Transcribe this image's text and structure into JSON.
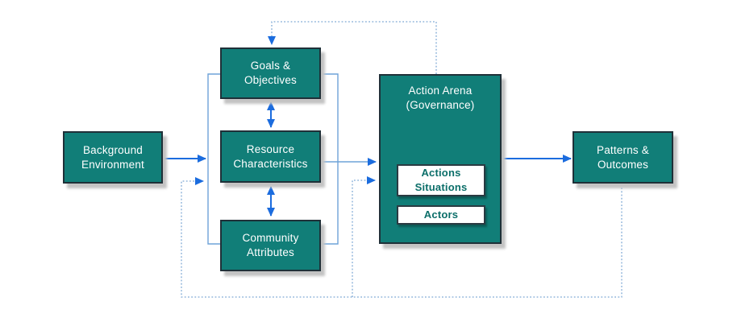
{
  "diagram": {
    "title": "Governance framework diagram",
    "nodes": {
      "background_environment": {
        "label": "Background Environment"
      },
      "goals_objectives": {
        "label": "Goals & Objectives"
      },
      "resource_characteristics": {
        "label": "Resource Characteristics"
      },
      "community_attributes": {
        "label": "Community Attributes"
      },
      "action_arena": {
        "label": "Action Arena (Governance)"
      },
      "actions_situations": {
        "label": "Actions Situations"
      },
      "actors": {
        "label": "Actors"
      },
      "patterns_outcomes": {
        "label": "Patterns & Outcomes"
      }
    },
    "edges": [
      {
        "id": "background-to-middle-group",
        "style": "solid-arrow"
      },
      {
        "id": "middle-group-to-action-arena",
        "style": "solid-arrow"
      },
      {
        "id": "action-arena-to-patterns-outcomes",
        "style": "solid-arrow"
      },
      {
        "id": "goals-resource-link",
        "style": "solid-double-arrow"
      },
      {
        "id": "resource-community-link",
        "style": "solid-double-arrow"
      },
      {
        "id": "action-arena-to-goals-feedback",
        "style": "dotted-arrow"
      },
      {
        "id": "patterns-to-middle-group-feedback",
        "style": "dotted-arrow"
      },
      {
        "id": "patterns-to-action-arena-feedback",
        "style": "dotted-arrow"
      }
    ],
    "colors": {
      "box_fill": "#117e78",
      "box_border": "#1f3038",
      "box_text": "#ffffff",
      "inner_box_fill": "#ffffff",
      "inner_box_border": "#2a3a42",
      "inner_box_text": "#0b6e69",
      "solid_arrow": "#1b6cde",
      "bracket_line": "#6fa3d8",
      "dotted_line": "#7ca7d4",
      "shadow": "#c3c3c3",
      "canvas_bg": "#ffffff"
    }
  }
}
